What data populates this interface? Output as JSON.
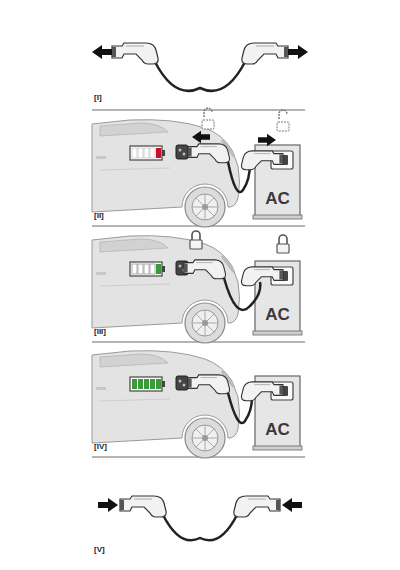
{
  "diagram": {
    "nodes": [
      {
        "text": [
          "AC"
        ]
      },
      {
        "text": [
          "AC"
        ]
      },
      {
        "text": [
          "AC"
        ]
      }
    ],
    "labels": [
      "[I]",
      "[II]",
      "[III]",
      "[IV]",
      "[V]"
    ]
  }
}
